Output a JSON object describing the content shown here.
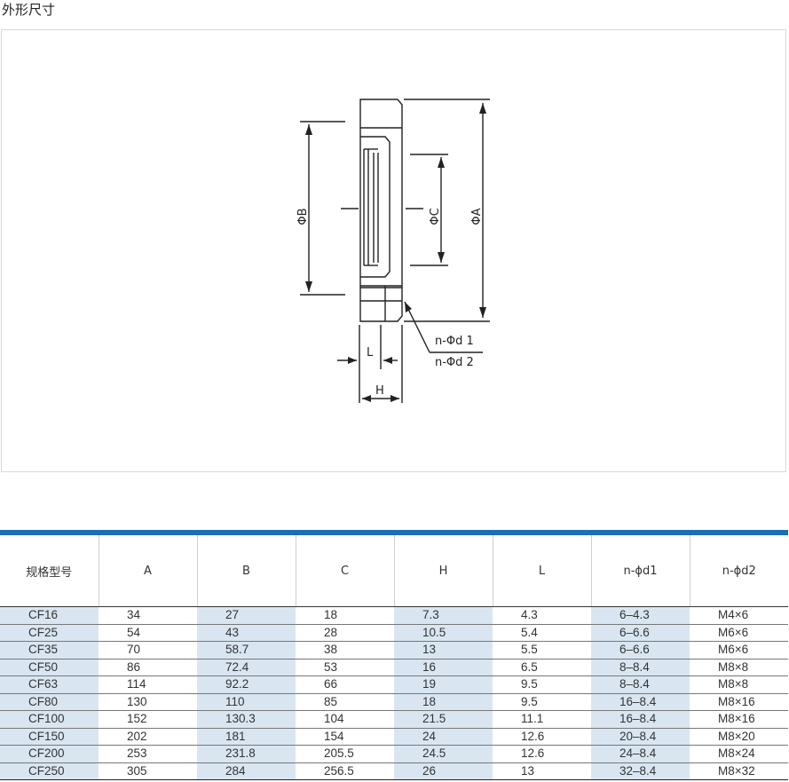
{
  "section_title": "外形尺寸",
  "drawing": {
    "labels": {
      "phiB": "ΦB",
      "phiC": "ΦC",
      "phiA": "ΦA",
      "nd1": "n-Φd 1",
      "nd2": "n-Φd 2",
      "L": "L",
      "H": "H"
    }
  },
  "table": {
    "headers": [
      "规格型号",
      "A",
      "B",
      "C",
      "H",
      "L",
      "n-ϕd1",
      "n-ϕd2"
    ],
    "rows": [
      [
        "CF16",
        "34",
        "27",
        "18",
        "7.3",
        "4.3",
        "6–4.3",
        "M4×6"
      ],
      [
        "CF25",
        "54",
        "43",
        "28",
        "10.5",
        "5.4",
        "6–6.6",
        "M6×6"
      ],
      [
        "CF35",
        "70",
        "58.7",
        "38",
        "13",
        "5.5",
        "6–6.6",
        "M6×6"
      ],
      [
        "CF50",
        "86",
        "72.4",
        "53",
        "16",
        "6.5",
        "8–8.4",
        "M8×8"
      ],
      [
        "CF63",
        "114",
        "92.2",
        "66",
        "19",
        "9.5",
        "8–8.4",
        "M8×8"
      ],
      [
        "CF80",
        "130",
        "110",
        "85",
        "18",
        "9.5",
        "16–8.4",
        "M8×16"
      ],
      [
        "CF100",
        "152",
        "130.3",
        "104",
        "21.5",
        "11.1",
        "16–8.4",
        "M8×16"
      ],
      [
        "CF150",
        "202",
        "181",
        "154",
        "24",
        "12.6",
        "20–8.4",
        "M8×20"
      ],
      [
        "CF200",
        "253",
        "231.8",
        "205.5",
        "24.5",
        "12.6",
        "24–8.4",
        "M8×24"
      ],
      [
        "CF250",
        "305",
        "284",
        "256.5",
        "26",
        "13",
        "32–8.4",
        "M8×32"
      ]
    ]
  }
}
